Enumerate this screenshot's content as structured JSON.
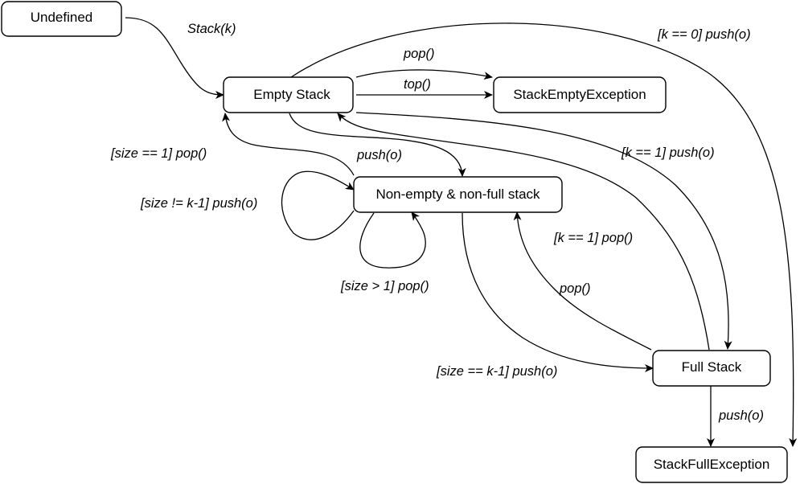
{
  "states": {
    "undefined": "Undefined",
    "empty_stack": "Empty Stack",
    "stack_empty_exception": "StackEmptyException",
    "non_empty_non_full": "Non-empty & non-full stack",
    "full_stack": "Full Stack",
    "stack_full_exception": "StackFullException"
  },
  "transitions": {
    "stack_k": "Stack(k)",
    "pop": "pop()",
    "top": "top()",
    "k0_push": "[k == 0] push(o)",
    "push": "push(o)",
    "size1_pop": "[size == 1] pop()",
    "k1_push": "[k == 1] push(o)",
    "size_ne_push": "[size != k-1] push(o)",
    "k1_pop": "[k == 1] pop()",
    "size_gt1_pop": "[size > 1] pop()",
    "pop_full": "pop()",
    "size_eq_push": "[size == k-1] push(o)",
    "push_full": "push(o)"
  }
}
